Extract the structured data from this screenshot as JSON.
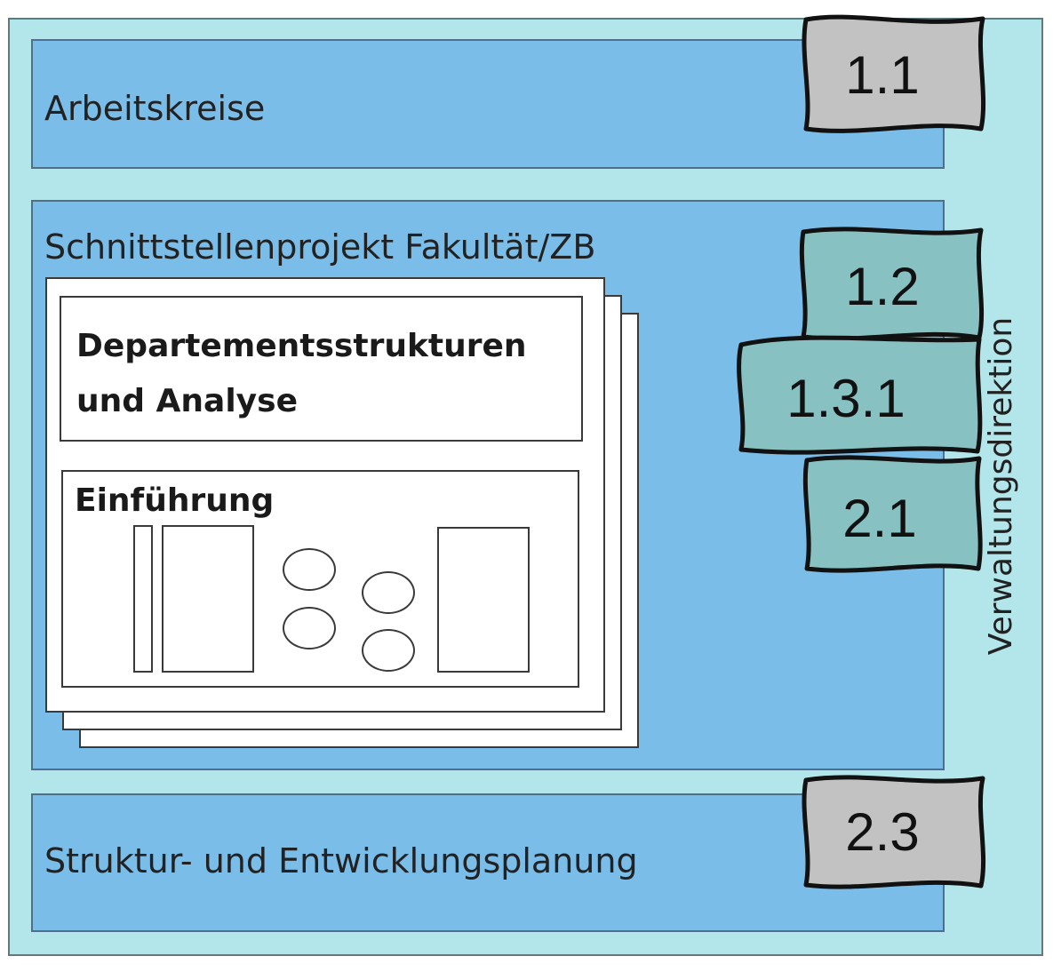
{
  "bands": {
    "arbeitskreise": "Arbeitskreise",
    "schnittstellen": "Schnittstellenprojekt Fakultät/ZB",
    "struktur": "Struktur- und Entwicklungsplanung"
  },
  "document": {
    "title_line1": "Departementsstrukturen",
    "title_line2": "und Analyse",
    "section_title": "Einführung"
  },
  "side_label": "Verwaltungsdirektion",
  "tags": {
    "t1_1": "1.1",
    "t1_2": "1.2",
    "t1_3_1": "1.3.1",
    "t2_1": "2.1",
    "t2_3": "2.3"
  },
  "colors": {
    "outer_bg": "#b3e6ea",
    "band_bg": "#7bbde9",
    "tag_gray": "#c2c2c2",
    "tag_teal": "#87c1c1"
  }
}
